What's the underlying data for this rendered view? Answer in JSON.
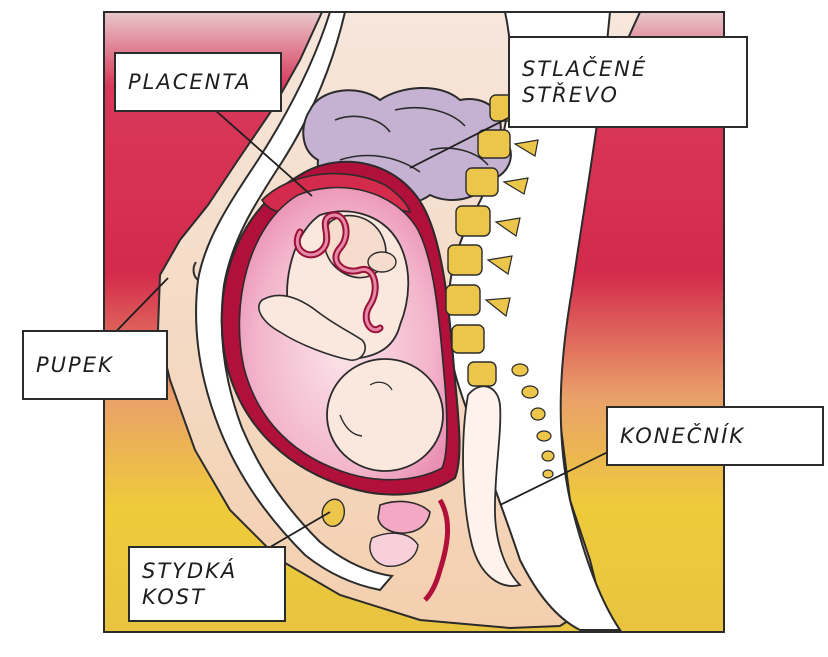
{
  "labels": {
    "placenta": "PLACENTA",
    "compressed_bowel_line1": "STLAČENÉ",
    "compressed_bowel_line2": "STŘEVO",
    "navel": "PUPEK",
    "rectum": "KONEČNÍK",
    "pubic_bone_line1": "STYDKÁ",
    "pubic_bone_line2": "KOST"
  },
  "colors": {
    "frame_border": "#2b2b2b",
    "background_red": "#d42a4c",
    "background_yellow": "#eecb3a",
    "uterus_wall": "#b0103a",
    "placenta": "#c81c44",
    "amniotic_pink": "#f3a9c4",
    "fetus_skin": "#fae8de",
    "bowel_lavender": "#c5b2d2",
    "vertebra_yellow": "#ecc64a",
    "skin_peach": "#f4d8c2"
  }
}
